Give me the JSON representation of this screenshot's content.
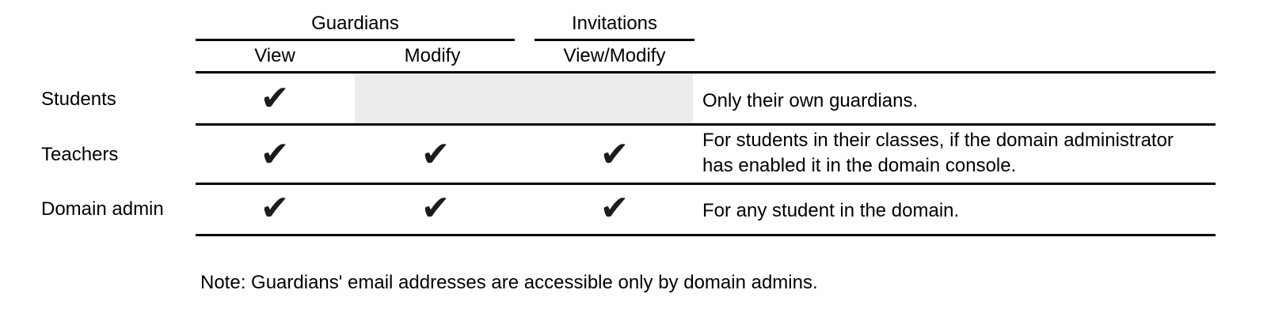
{
  "table": {
    "groups": {
      "guardians": {
        "label": "Guardians"
      },
      "invitations": {
        "label": "Invitations"
      }
    },
    "columns": {
      "view": {
        "label": "View"
      },
      "modify": {
        "label": "Modify"
      },
      "view_modify": {
        "label": "View/Modify"
      }
    },
    "rows": [
      {
        "label": "Students",
        "checks": {
          "view": "✔"
        },
        "note": "Only their own guardians."
      },
      {
        "label": "Teachers",
        "checks": {
          "view": "✔",
          "modify": "✔",
          "view_modify": "✔"
        },
        "note": "For students in their classes, if the domain administrator",
        "note2": "has enabled it in the domain console."
      },
      {
        "label": "Domain admin",
        "checks": {
          "view": "✔",
          "modify": "✔",
          "view_modify": "✔"
        },
        "note": "For any student in the domain."
      }
    ]
  },
  "footnote": "Note: Guardians' email addresses are accessible only by domain admins.",
  "colors": {
    "text": "#000000",
    "line": "#000000",
    "shaded_cell": "#ececec",
    "check": "#1c1c1c"
  }
}
